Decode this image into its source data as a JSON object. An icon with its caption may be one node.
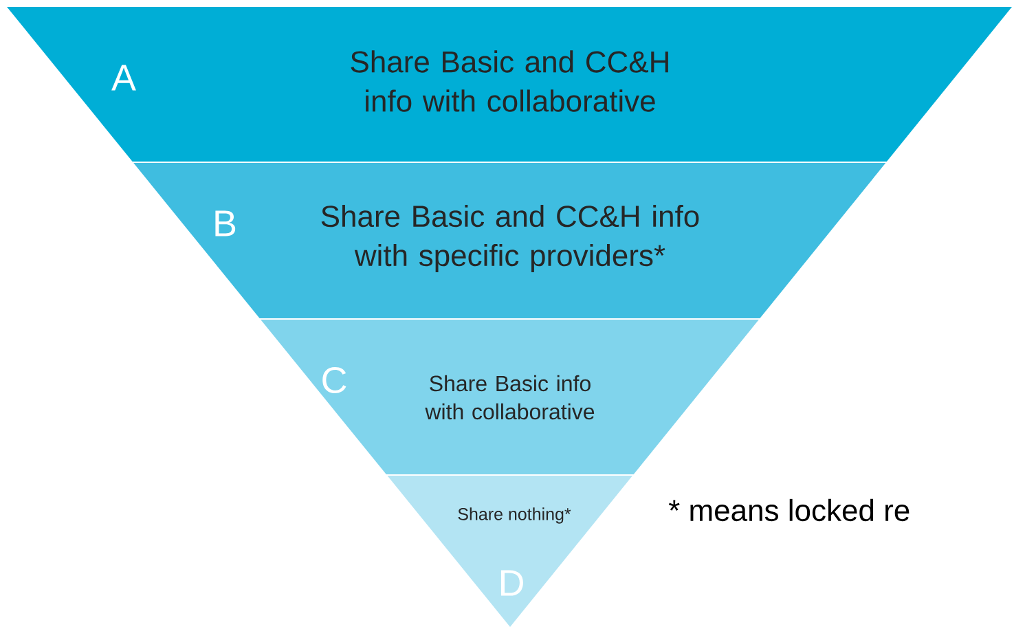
{
  "diagram": {
    "nodes": [
      {
        "text": [
          "A",
          "Share Basic and CC&H info with collaborative"
        ]
      },
      {
        "text": [
          "B",
          "Share Basic and CC&H info with specific providers*"
        ]
      },
      {
        "text": [
          "C",
          "Share Basic info with collaborative"
        ]
      },
      {
        "text": [
          "Share nothing*",
          "D"
        ]
      }
    ],
    "labels": [
      "* means locked re"
    ]
  }
}
